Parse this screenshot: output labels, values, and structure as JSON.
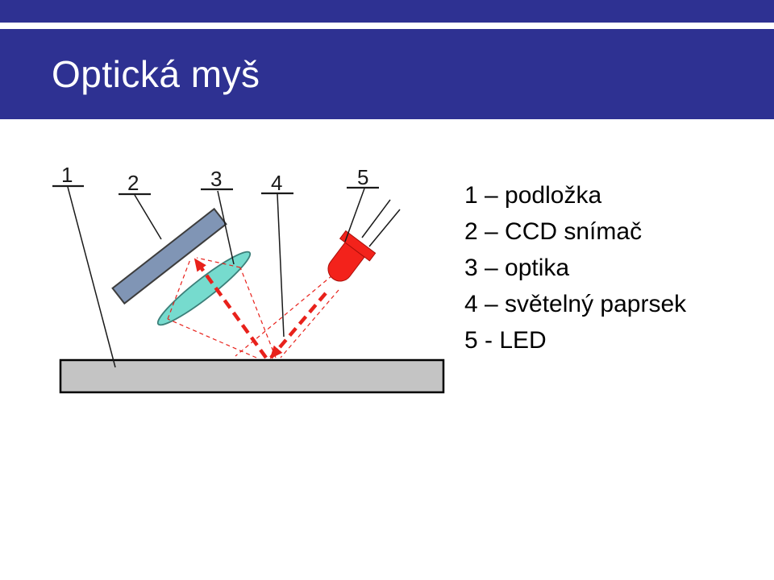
{
  "slide": {
    "title": "Optická myš"
  },
  "diagram": {
    "labels": [
      "1",
      "2",
      "3",
      "4",
      "5"
    ]
  },
  "legend": {
    "items": [
      "1 – podložka",
      "2 – CCD snímač",
      "3 – optika",
      "4 – světelný paprsek",
      "5 - LED"
    ]
  },
  "colors": {
    "header_bg": "#2E3192",
    "pad_fill": "#C4C4C4",
    "ccd_fill": "#8095B5",
    "lens_fill": "#76DBCE",
    "beam": "#E8211B",
    "led_fill": "#F3221B"
  }
}
